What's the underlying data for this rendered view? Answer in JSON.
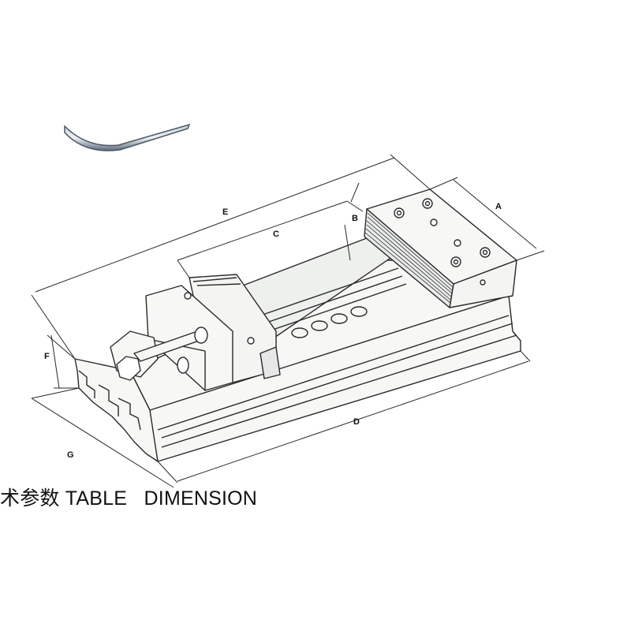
{
  "dimension_labels": {
    "a": "A",
    "b": "B",
    "c": "C",
    "d": "D",
    "e": "E",
    "f": "F",
    "g": "G"
  },
  "caption": {
    "cn": "术参数",
    "en": "TABLE   DIMENSION"
  },
  "colors": {
    "line": "#2a2a2a",
    "fill": "#f7f7f5",
    "shade": "#d8dce0",
    "photo_frame": "#5d6a78"
  }
}
